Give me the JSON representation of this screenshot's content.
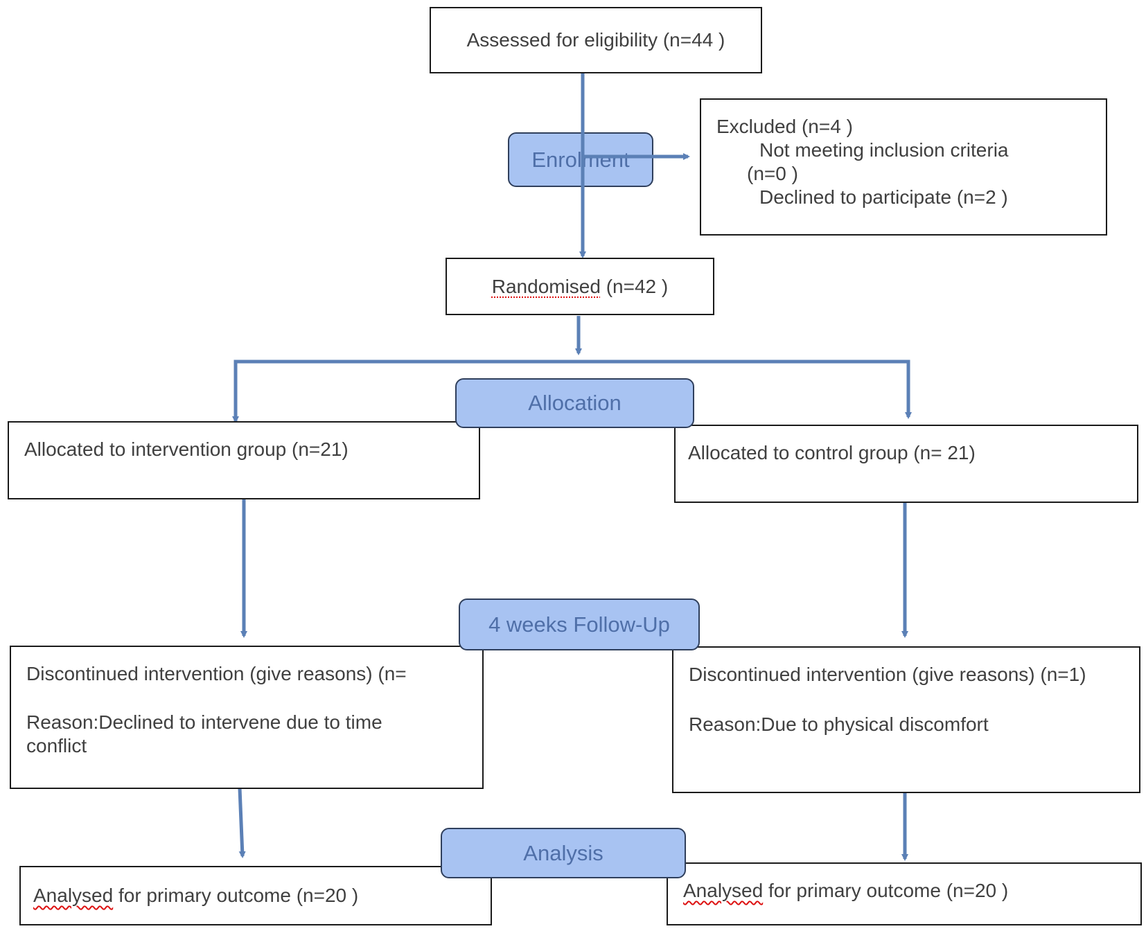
{
  "colors": {
    "connector": "#5b80b6",
    "stage_fill": "#a8c3f2",
    "stage_text": "#4f6fa8",
    "box_border": "#1a1a1a"
  },
  "assessed": {
    "text": "Assessed for eligibility (n=44 )"
  },
  "excluded": {
    "title": "Excluded (n=4 )",
    "line1": "Not meeting inclusion criteria",
    "line2": "(n=0 )",
    "line3": "Declined to participate (n=2 )"
  },
  "stages": {
    "enrolment": "Enrolment",
    "allocation": "Allocation",
    "followup": "4 weeks Follow-Up",
    "analysis": "Analysis"
  },
  "randomised": {
    "word": "Randomised",
    "count": " (n=42 )"
  },
  "intervention": {
    "allocated": "Allocated to intervention group (n=21)",
    "discontinued": "Discontinued intervention (give reasons) (n=",
    "reason": "Reason:Declined to intervene due to time conflict",
    "analysed_word": "Analysed",
    "analysed_rest": " for primary outcome (n=20 )"
  },
  "control": {
    "allocated": "Allocated to control group  (n= 21)",
    "discontinued": "Discontinued intervention (give reasons) (n=1)",
    "reason": "Reason:Due to physical discomfort",
    "analysed_word": "Analysed",
    "analysed_rest": " for primary outcome (n=20 )"
  }
}
